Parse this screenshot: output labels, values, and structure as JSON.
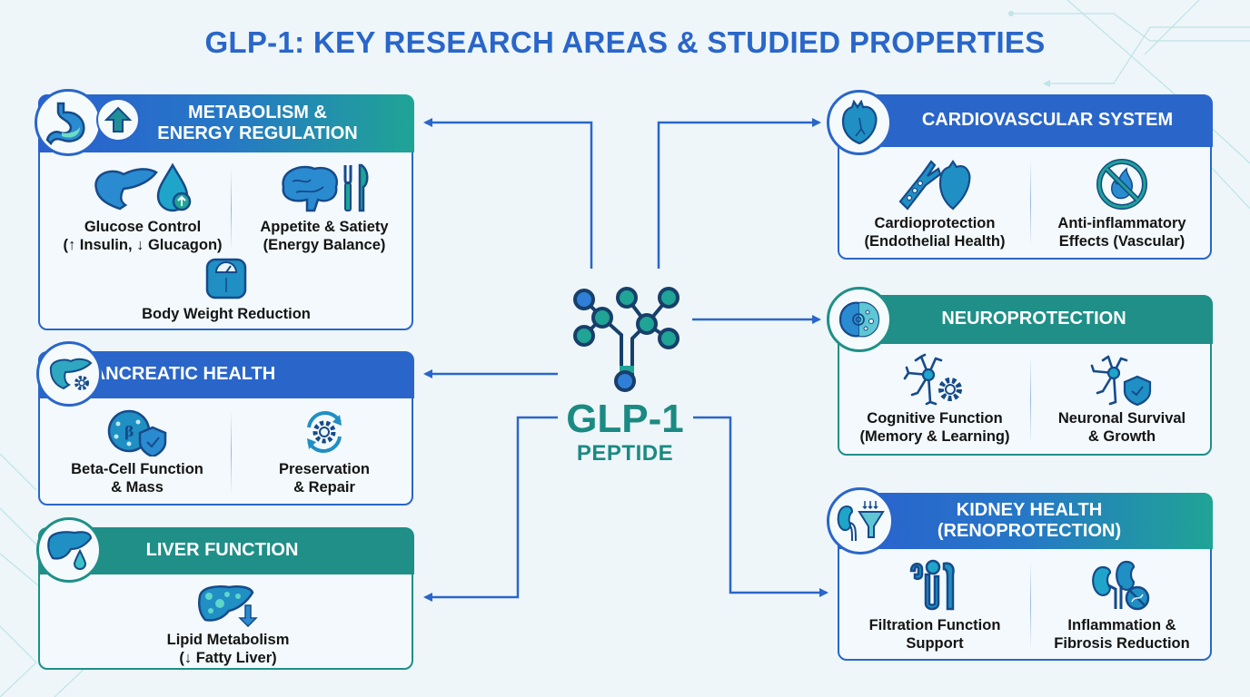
{
  "title": "GLP-1: KEY RESEARCH AREAS & STUDIED PROPERTIES",
  "center": {
    "line1": "GLP-1",
    "line2": "PEPTIDE",
    "icon": "molecule-icon"
  },
  "colors": {
    "blue": "#2a66c9",
    "teal": "#1f8f88",
    "title": "#2a66c9",
    "background": "#eef6fa"
  },
  "cards": {
    "metabolism": {
      "title_line1": "METABOLISM &",
      "title_line2": "ENERGY REGULATION",
      "badge_icons": [
        "stomach-icon",
        "arrow-up-icon"
      ],
      "items": [
        {
          "line1": "Glucose Control",
          "line2": "(↑ Insulin, ↓ Glucagon)",
          "icons": [
            "pancreas-icon",
            "droplet-up-icon"
          ]
        },
        {
          "line1": "Appetite & Satiety",
          "line2": "(Energy Balance)",
          "icons": [
            "brain-icon",
            "fork-knife-icon"
          ]
        },
        {
          "line1": "Body Weight Reduction",
          "line2": "",
          "icons": [
            "scale-icon"
          ]
        }
      ]
    },
    "pancreatic": {
      "title_line1": "PANCREATIC HEALTH",
      "badge_icons": [
        "pancreas-gear-icon"
      ],
      "items": [
        {
          "line1": "Beta-Cell Function",
          "line2": "& Mass",
          "icons": [
            "beta-cell-shield-icon"
          ]
        },
        {
          "line1": "Preservation",
          "line2": "& Repair",
          "icons": [
            "gear-cycle-icon"
          ]
        }
      ]
    },
    "liver": {
      "title_line1": "LIVER FUNCTION",
      "badge_icons": [
        "liver-droplet-icon"
      ],
      "items": [
        {
          "line1": "Lipid Metabolism",
          "line2": "(↓ Fatty Liver)",
          "icons": [
            "fatty-liver-down-icon"
          ]
        }
      ]
    },
    "cardio": {
      "title_line1": "CARDIOVASCULAR SYSTEM",
      "badge_icons": [
        "heart-icon"
      ],
      "items": [
        {
          "line1": "Cardioprotection",
          "line2": "(Endothelial Health)",
          "icons": [
            "vessel-heart-icon"
          ]
        },
        {
          "line1": "Anti-inflammatory",
          "line2": "Effects (Vascular)",
          "icons": [
            "no-inflammation-icon"
          ]
        }
      ]
    },
    "neuro": {
      "title_line1": "NEUROPROTECTION",
      "badge_icons": [
        "brain-detail-icon"
      ],
      "items": [
        {
          "line1": "Cognitive Function",
          "line2": "(Memory & Learning)",
          "icons": [
            "neuron-gear-icon"
          ]
        },
        {
          "line1": "Neuronal Survival",
          "line2": "& Growth",
          "icons": [
            "neuron-shield-icon"
          ]
        }
      ]
    },
    "kidney": {
      "title_line1": "KIDNEY HEALTH",
      "title_line2": "(RENOPROTECTION)",
      "badge_icons": [
        "kidney-filter-icon"
      ],
      "items": [
        {
          "line1": "Filtration Function",
          "line2": "Support",
          "icons": [
            "nephron-icon"
          ]
        },
        {
          "line1": "Inflammation &",
          "line2": "Fibrosis Reduction",
          "icons": [
            "kidney-no-fibrosis-icon"
          ]
        }
      ]
    }
  }
}
